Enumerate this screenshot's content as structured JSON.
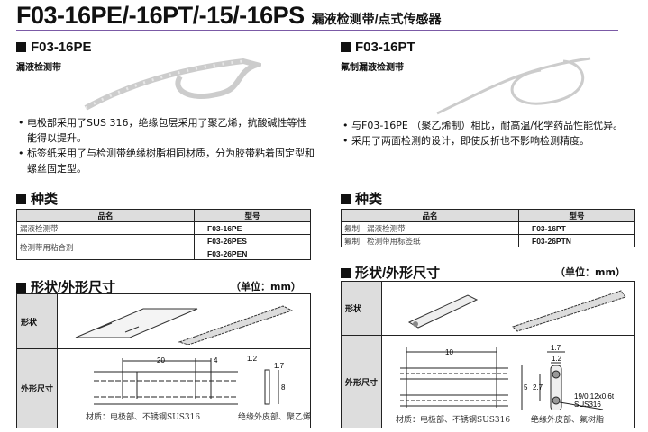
{
  "title": "F03-16PE/-16PT/-15/-16PS",
  "subtitle": "漏液检测带/点式传感器",
  "left": {
    "heading": "F03-16PE",
    "subheading": "漏液检测带",
    "bullets": [
      "电极部采用了SUS 316，绝缘包层采用了聚乙烯，抗酸碱性等性能得以提升。",
      "标签纸采用了与检测带绝缘树脂相同材质，分为胶带粘着固定型和螺丝固定型。"
    ],
    "types_heading": "种类",
    "table": {
      "headers": [
        "品名",
        "型号"
      ],
      "rows": [
        {
          "name": "漏液检测带",
          "models": [
            "F03-16PE"
          ]
        },
        {
          "name": "检测带用粘合剂",
          "models": [
            "F03-26PES",
            "F03-26PEN"
          ]
        }
      ]
    },
    "shape_heading": "形状/外形尺寸",
    "unit": "（单位：mm）",
    "shape_label": "形状",
    "dim_label": "外形尺寸",
    "dims": {
      "a": "20",
      "b": "4",
      "c": "1.2",
      "d": "1.7",
      "e": "8"
    },
    "material1": "材质：电极部、不锈钢SUS316",
    "material2": "绝缘外皮部、聚乙烯"
  },
  "right": {
    "heading": "F03-16PT",
    "subheading": "氟制漏液检测带",
    "bullets": [
      "与F03-16PE （聚乙烯制）相比，耐高温/化学药品性能优异。",
      "采用了两面检测的设计，即使反折也不影响检测精度。"
    ],
    "types_heading": "种类",
    "table": {
      "headers": [
        "品名",
        "型号"
      ],
      "rows": [
        {
          "prefix": "氟制",
          "name": "漏液检测带",
          "model": "F03-16PT"
        },
        {
          "prefix": "氟制",
          "name": "检测带用标签纸",
          "model": "F03-26PTN"
        }
      ]
    },
    "shape_heading": "形状/外形尺寸",
    "unit": "（单位：mm）",
    "shape_label": "形状",
    "dim_label": "外形尺寸",
    "dims": {
      "a": "10",
      "b": "1.7",
      "c": "1.2",
      "d": "5",
      "e": "2.7",
      "wire": "19/0.12x0.6t",
      "wire_mat": "SUS316"
    },
    "material1": "材质：电极部、不锈钢SUS316",
    "material2": "绝缘外皮部、氟树脂"
  }
}
